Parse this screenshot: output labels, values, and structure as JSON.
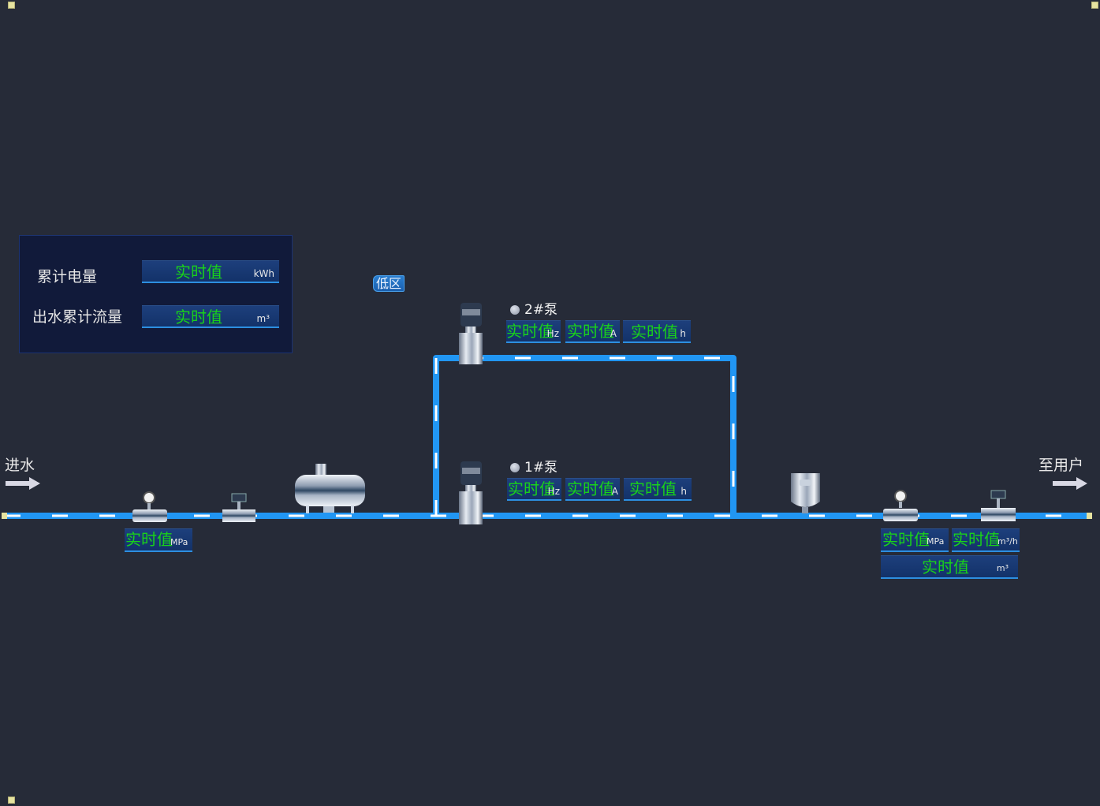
{
  "summary_panel": {
    "rows": [
      {
        "label": "累计电量",
        "value": "实时值",
        "unit": "kWh"
      },
      {
        "label": "出水累计流量",
        "value": "实时值",
        "unit": "m³"
      }
    ]
  },
  "zone_label": "低区",
  "inlet": {
    "label": "进水",
    "pressure": {
      "value": "实时值",
      "unit": "MPa"
    }
  },
  "outlet": {
    "label": "至用户",
    "pressure": {
      "value": "实时值",
      "unit": "MPa"
    },
    "flow": {
      "value": "实时值",
      "unit": "m³/h"
    },
    "total": {
      "value": "实时值",
      "unit": "m³"
    }
  },
  "pumps": [
    {
      "name": "2#泵",
      "status_color": "#b0b6c4",
      "readings": [
        {
          "value": "实时值",
          "unit": "Hz"
        },
        {
          "value": "实时值",
          "unit": "A"
        },
        {
          "value": "实时值",
          "unit": "h"
        }
      ]
    },
    {
      "name": "1#泵",
      "status_color": "#b0b6c4",
      "readings": [
        {
          "value": "实时值",
          "unit": "Hz"
        },
        {
          "value": "实时值",
          "unit": "A"
        },
        {
          "value": "实时值",
          "unit": "h"
        }
      ]
    }
  ],
  "colors": {
    "pipe": "#2196f3",
    "pipe_flow": "#ffffff",
    "value_text": "#19d21a",
    "background": "#262b38"
  }
}
